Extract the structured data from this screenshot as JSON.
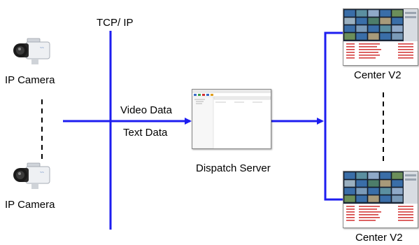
{
  "network": {
    "label": "TCP/ IP"
  },
  "cameras": [
    {
      "label": "IP Camera"
    },
    {
      "label": "IP Camera"
    }
  ],
  "links": {
    "video": "Video Data",
    "text": "Text Data"
  },
  "server": {
    "label": "Dispatch Server"
  },
  "centers": [
    {
      "label": "Center V2"
    },
    {
      "label": "Center V2"
    }
  ],
  "colors": {
    "wire": "#1d1df0",
    "grid_tile": "#3a6ea8",
    "log_row": "#d23030"
  }
}
